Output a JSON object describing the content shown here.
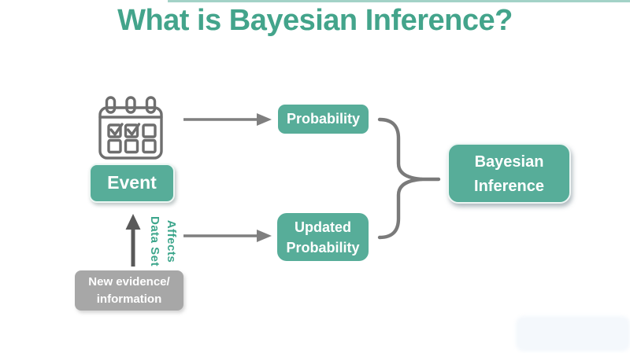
{
  "title": "What is Bayesian Inference?",
  "boxes": {
    "event": {
      "label": "Event"
    },
    "probability": {
      "label": "Probability"
    },
    "updated_probability": {
      "line1": "Updated",
      "line2": "Probability"
    },
    "bayesian_inference": {
      "line1": "Bayesian",
      "line2": "Inference"
    },
    "new_evidence": {
      "line1": "New evidence/",
      "line2": "information"
    }
  },
  "annotations": {
    "affects": {
      "line1": "Affects",
      "line2": "Data Set"
    }
  },
  "icons": {
    "calendar": "calendar-with-checkmarks",
    "arrow_right": "→",
    "arrow_up": "↑",
    "brace": "}"
  },
  "colors": {
    "node_teal": "#57AD99",
    "title_teal": "#43A48B",
    "accent_teal": "#3DA68C",
    "arrow_gray": "#7F7F7F",
    "up_arrow_gray": "#595959",
    "evidence_gray": "#A7A7A7",
    "icon_gray": "#6E6E6E",
    "text_white": "#FFFFFF",
    "background": "#FFFFFF"
  }
}
